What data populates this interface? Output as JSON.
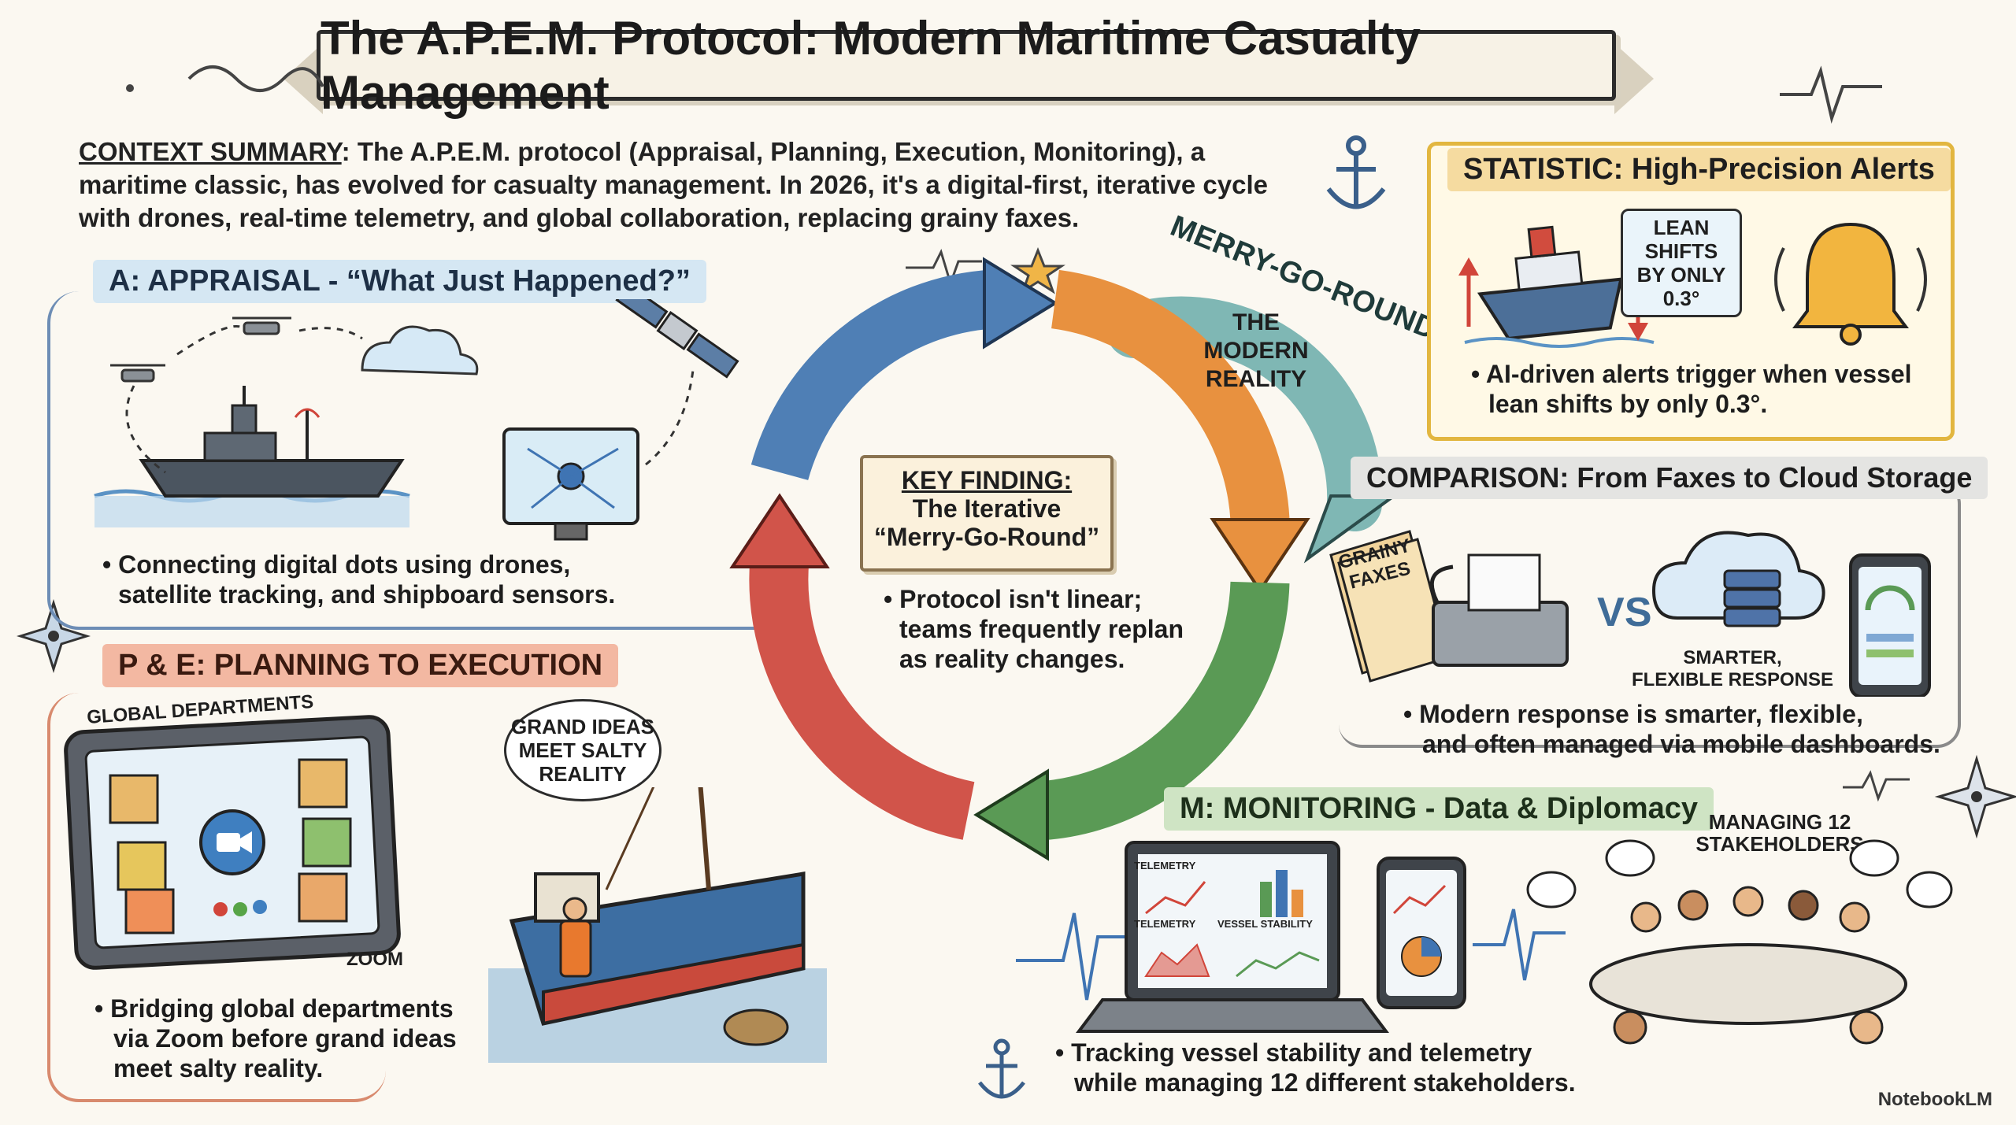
{
  "title": "The A.P.E.M. Protocol: Modern Maritime Casualty Management",
  "context": {
    "label": "CONTEXT SUMMARY",
    "text": ": The A.P.E.M. protocol (Appraisal, Planning, Execution, Monitoring), a maritime classic, has evolved for casualty management. In 2026, it's a digital-first, iterative cycle with drones, real-time telemetry, and global collaboration, replacing grainy faxes."
  },
  "appraisal": {
    "header": "A: APPRAISAL - “What Just Happened?”",
    "bullet_line1": "• Connecting digital dots using drones,",
    "bullet_line2": "satellite tracking, and shipboard sensors."
  },
  "planning": {
    "header": "P & E: PLANNING TO EXECUTION",
    "global_label": "GLOBAL DEPARTMENTS",
    "zoom_label": "ZOOM",
    "speech": "GRAND IDEAS MEET SALTY REALITY",
    "bullet_line1": "• Bridging global departments",
    "bullet_line2": "via Zoom before grand ideas",
    "bullet_line3": "meet salty reality."
  },
  "cycle": {
    "arc_label": "MERRY-GO-ROUND",
    "inner_label": "THE MODERN REALITY",
    "key_head": "KEY FINDING:",
    "key_line1": "The Iterative",
    "key_line2": "“Merry-Go-Round”",
    "bullet_line1": "• Protocol isn't linear;",
    "bullet_line2": "teams frequently replan",
    "bullet_line3": "as reality changes.",
    "colors": {
      "blue": "#4f7fb5",
      "orange": "#e8913f",
      "green": "#5a9a55",
      "red": "#d1544a",
      "teal": "#7fb7b4"
    }
  },
  "statistic": {
    "header": "STATISTIC: High-Precision Alerts",
    "callout": "LEAN SHIFTS BY ONLY 0.3°",
    "bullet_line1": "• AI-driven alerts trigger when vessel",
    "bullet_line2": "lean shifts by only 0.3°."
  },
  "comparison": {
    "header": "COMPARISON: From Faxes to Cloud Storage",
    "faxes_label": "GRAINY FAXES",
    "vs_label": "VS",
    "smarter_label_line1": "SMARTER,",
    "smarter_label_line2": "FLEXIBLE RESPONSE",
    "bullet_line1": "• Modern response  is smarter, flexible,",
    "bullet_line2": "and often managed via mobile dashboards."
  },
  "monitoring": {
    "header": "M: MONITORING - Data & Diplomacy",
    "stakeholders_label": "MANAGING 12 STAKEHOLDERS",
    "telemetry_label": "TELEMETRY",
    "telemetry_label2": "TELEMETRY",
    "vessel_stability_label": "VESSEL STABILITY",
    "bullet_line1": "• Tracking vessel stability and telemetry",
    "bullet_line2": "while managing 12 different stakeholders."
  },
  "credit": "NotebookLM",
  "icons": [
    "anchor-icon",
    "satellite-icon",
    "drone-icon",
    "cloud-icon",
    "bell-icon",
    "compass-rose-icon",
    "ship-icon",
    "fax-machine-icon",
    "smartphone-icon",
    "laptop-icon",
    "tablet-icon",
    "video-camera-icon",
    "server-icon"
  ]
}
